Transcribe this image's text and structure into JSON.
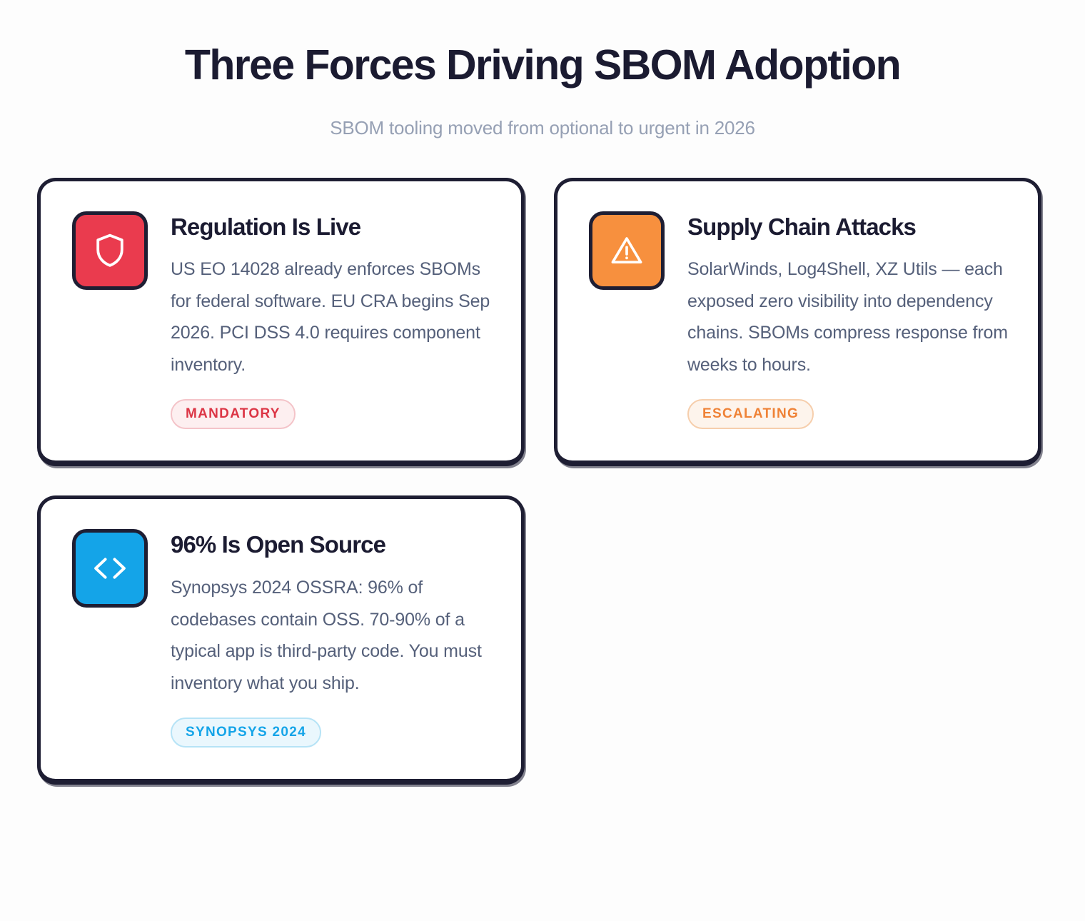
{
  "header": {
    "title": "Three Forces Driving SBOM Adoption",
    "subtitle": "SBOM tooling moved from optional to urgent in 2026"
  },
  "colors": {
    "background": "#fdfdfd",
    "card_border": "#1e1e33",
    "title_text": "#1b1b31",
    "subtitle_text": "#96a0b4",
    "body_text": "#55607a",
    "icon_red": "#ea3b4e",
    "icon_orange": "#f7903e",
    "icon_blue": "#14a4e8",
    "badge_mandatory_text": "#dc3545",
    "badge_mandatory_bg": "#fdeff0",
    "badge_escalating_text": "#ef8236",
    "badge_escalating_bg": "#fdf4ec",
    "badge_synopsys_text": "#14a4e8",
    "badge_synopsys_bg": "#eaf7fd"
  },
  "cards": [
    {
      "icon": "shield-icon",
      "icon_style": "icon-red",
      "title": "Regulation Is Live",
      "text": "US EO 14028 already enforces SBOMs for federal software. EU CRA begins Sep 2026. PCI DSS 4.0 requires component inventory.",
      "badge": "MANDATORY",
      "badge_style": "badge-mandatory"
    },
    {
      "icon": "warning-triangle-icon",
      "icon_style": "icon-orange",
      "title": "Supply Chain Attacks",
      "text": "SolarWinds, Log4Shell, XZ Utils — each exposed zero visibility into dependency chains. SBOMs compress response from weeks to hours.",
      "badge": "ESCALATING",
      "badge_style": "badge-escalating"
    },
    {
      "icon": "code-brackets-icon",
      "icon_style": "icon-blue",
      "title": "96% Is Open Source",
      "text": "Synopsys 2024 OSSRA: 96% of codebases contain OSS. 70-90% of a typical app is third-party code. You must inventory what you ship.",
      "badge": "SYNOPSYS 2024",
      "badge_style": "badge-synopsys"
    }
  ]
}
